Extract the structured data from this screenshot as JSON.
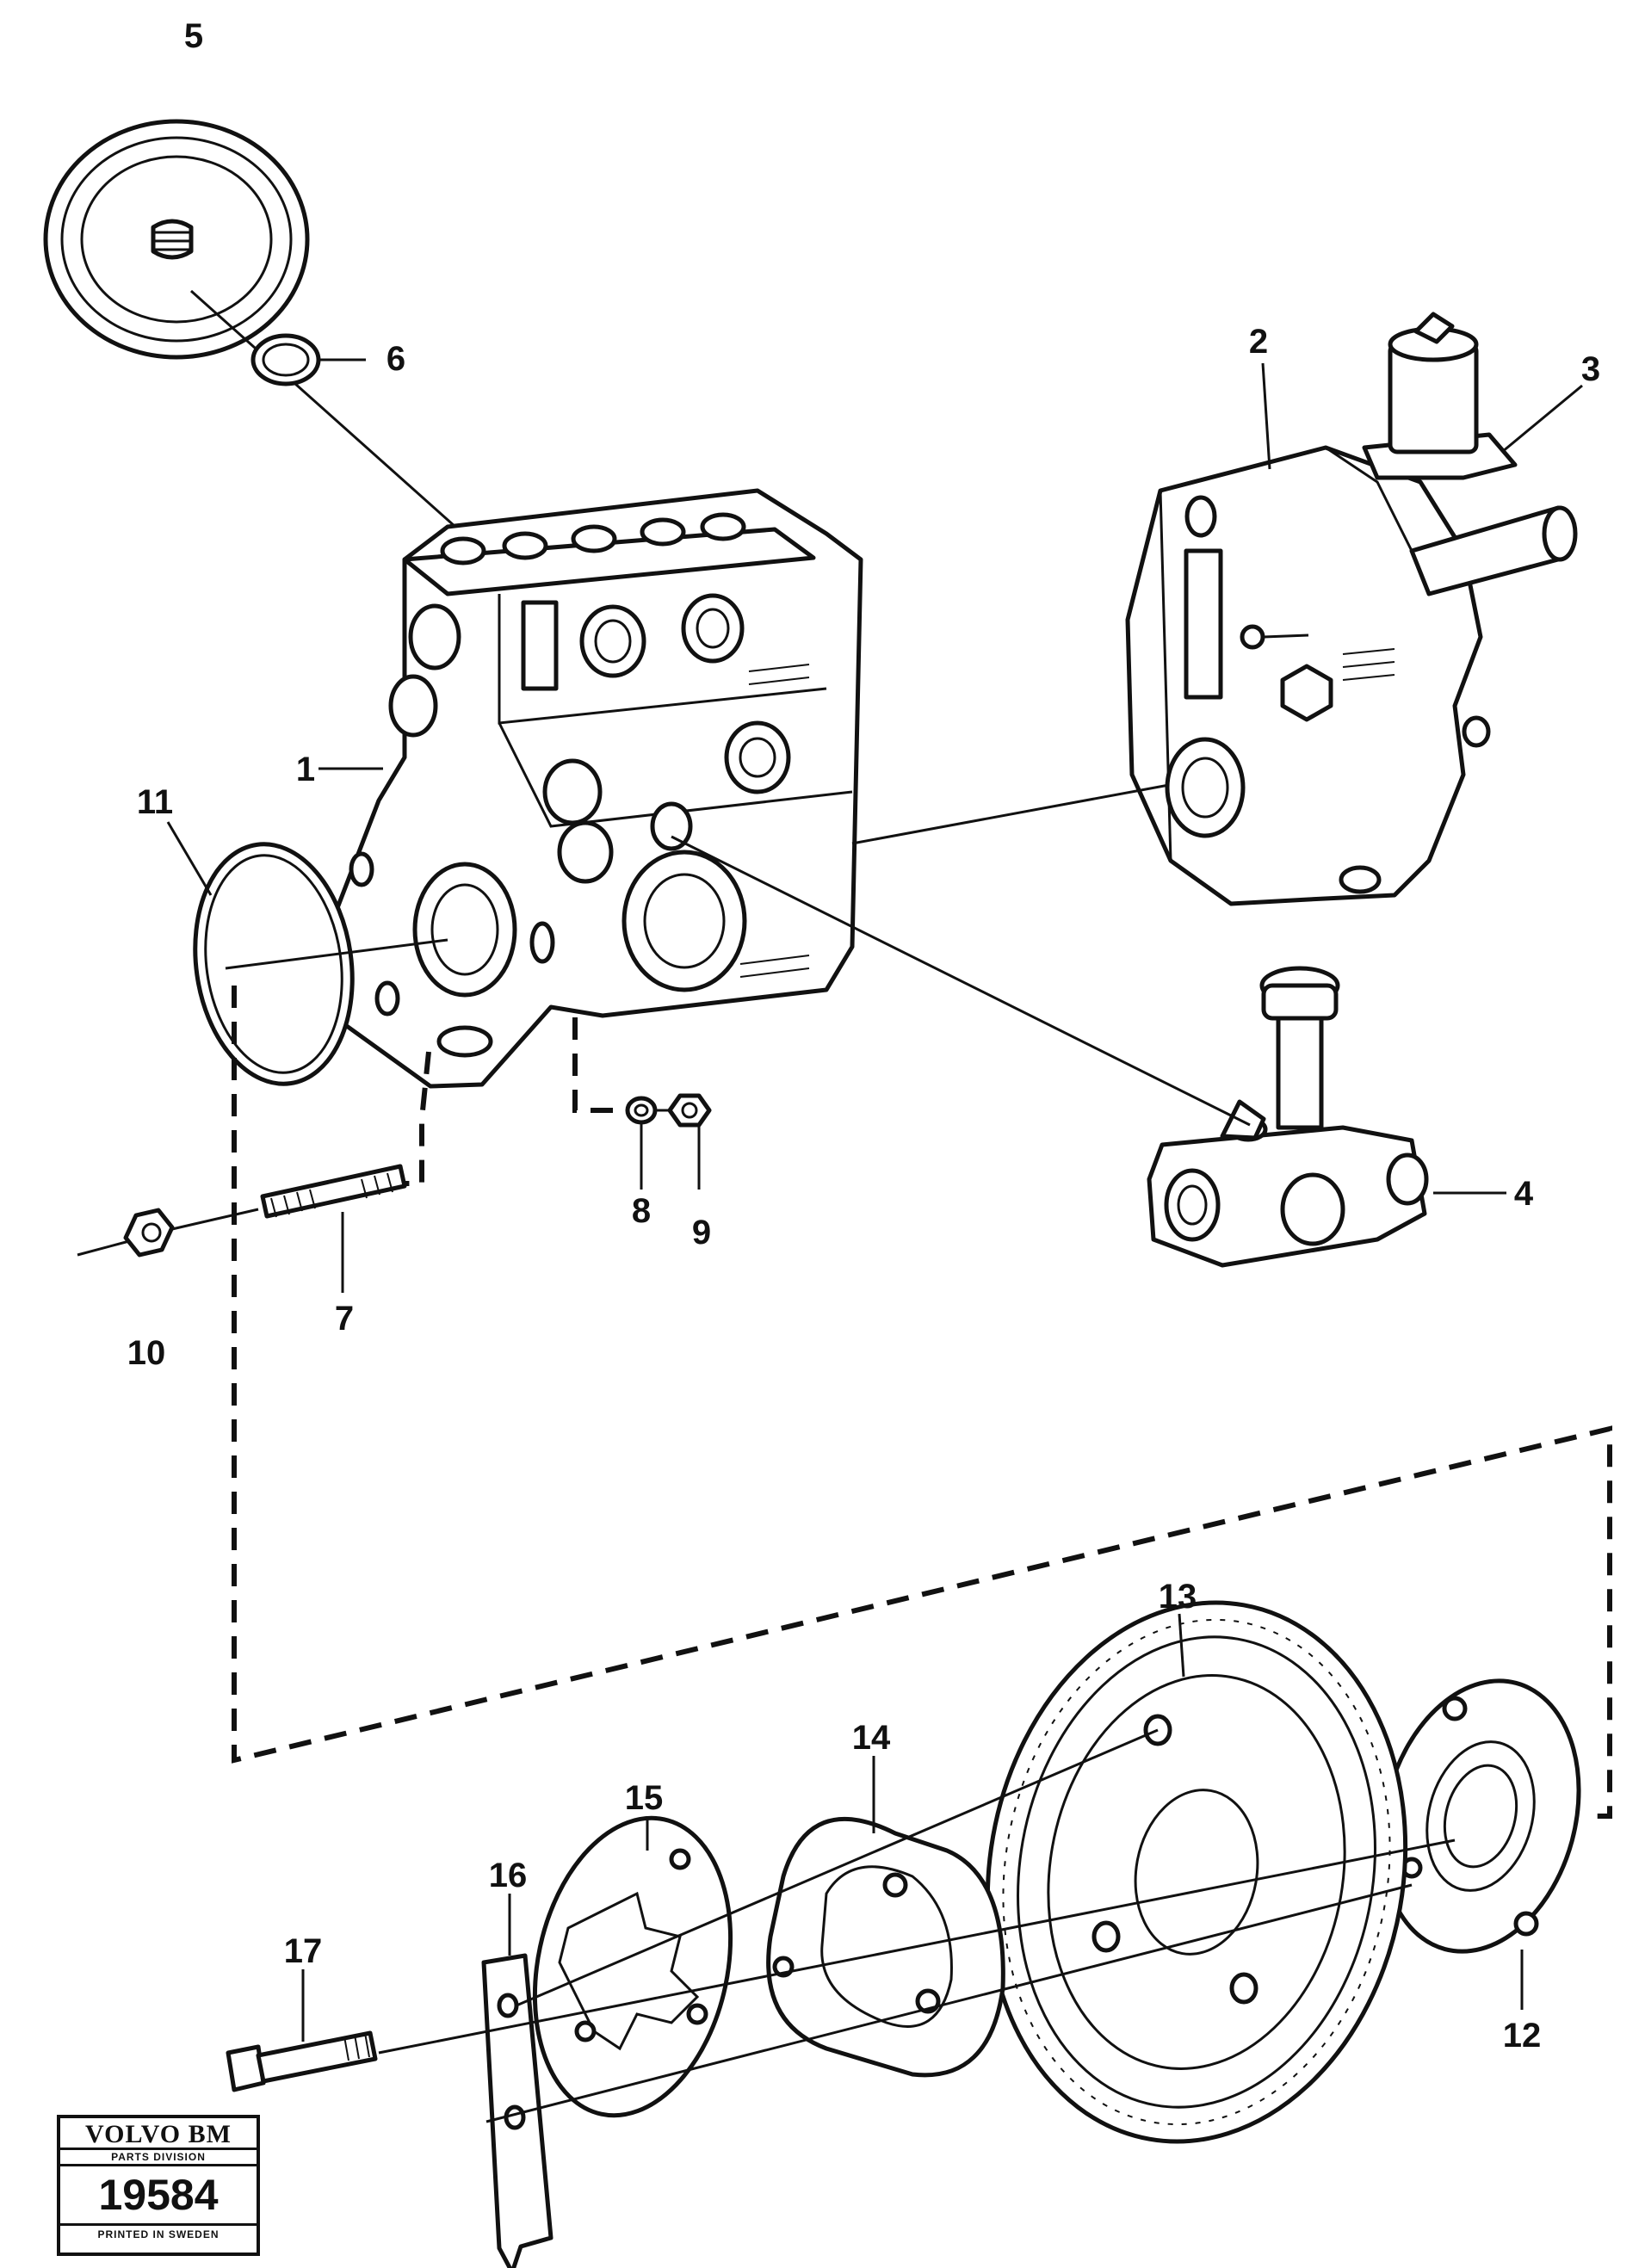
{
  "callouts": {
    "c1": "1",
    "c2": "2",
    "c3": "3",
    "c4": "4",
    "c5": "5",
    "c6": "6",
    "c7": "7",
    "c8": "8",
    "c9": "9",
    "c10": "10",
    "c11": "11",
    "c12": "12",
    "c13": "13",
    "c14": "14",
    "c15": "15",
    "c16": "16",
    "c17": "17"
  },
  "stamp": {
    "brand": "VOLVO BM",
    "division": "PARTS DIVISION",
    "number": "19584",
    "printed": "PRINTED IN SWEDEN"
  }
}
